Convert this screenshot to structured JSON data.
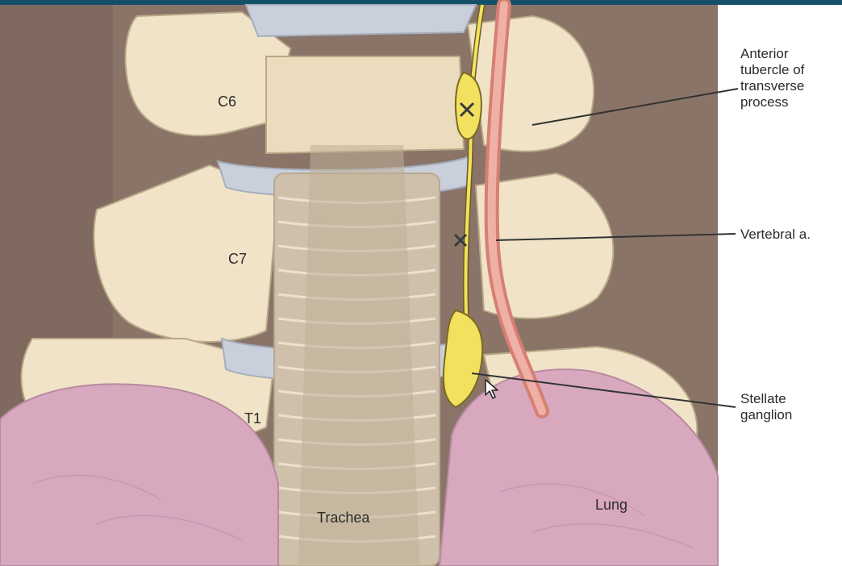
{
  "labels": {
    "c6": "C6",
    "c7": "C7",
    "t1": "T1",
    "trachea": "Trachea",
    "lung": "Lung",
    "anterior_tubercle": [
      "Anterior",
      "tubercle of",
      "transverse",
      "process"
    ],
    "vertebral_artery": "Vertebral a.",
    "stellate_ganglion": [
      "Stellate",
      "ganglion"
    ]
  },
  "colors": {
    "window_bar": "#15506b",
    "background_shadow": "#8a7468",
    "bone": "#f0e3c7",
    "bone_outline": "#b9a988",
    "cartilage_disc": "#c9d0dc",
    "trachea": "#cfc0ac",
    "lung": "#d8a8bf",
    "nerve": "#f2e15f",
    "artery": "#e79b8f",
    "leader_line": "#333333"
  }
}
